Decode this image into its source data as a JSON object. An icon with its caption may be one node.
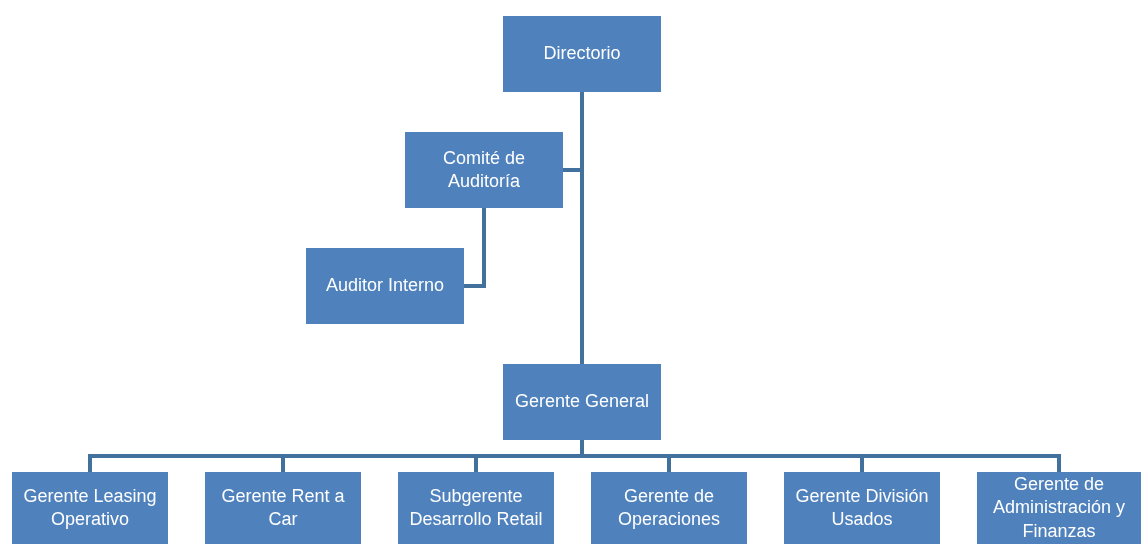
{
  "diagram": {
    "nodes": [
      {
        "text": [
          "Directorio"
        ]
      },
      {
        "text": [
          "Comité de Auditoría"
        ]
      },
      {
        "text": [
          "Auditor Interno"
        ]
      },
      {
        "text": [
          "Gerente General"
        ]
      },
      {
        "text": [
          "Gerente Leasing Operativo"
        ]
      },
      {
        "text": [
          "Gerente Rent a Car"
        ]
      },
      {
        "text": [
          "Subgerente Desarrollo Retail"
        ]
      },
      {
        "text": [
          "Gerente de Operaciones"
        ]
      },
      {
        "text": [
          "Gerente División Usados"
        ]
      },
      {
        "text": [
          "Gerente de Administración y Finanzas"
        ]
      }
    ],
    "edges": [
      {
        "from": 0,
        "to": 3,
        "arrow": "none"
      },
      {
        "from": 0,
        "to": 1,
        "arrow": "none"
      },
      {
        "from": 1,
        "to": 2,
        "arrow": "none"
      },
      {
        "from": 3,
        "to": 4,
        "arrow": "none"
      },
      {
        "from": 3,
        "to": 5,
        "arrow": "none"
      },
      {
        "from": 3,
        "to": 6,
        "arrow": "none"
      },
      {
        "from": 3,
        "to": 7,
        "arrow": "none"
      },
      {
        "from": 3,
        "to": 8,
        "arrow": "none"
      },
      {
        "from": 3,
        "to": 9,
        "arrow": "none"
      }
    ]
  }
}
